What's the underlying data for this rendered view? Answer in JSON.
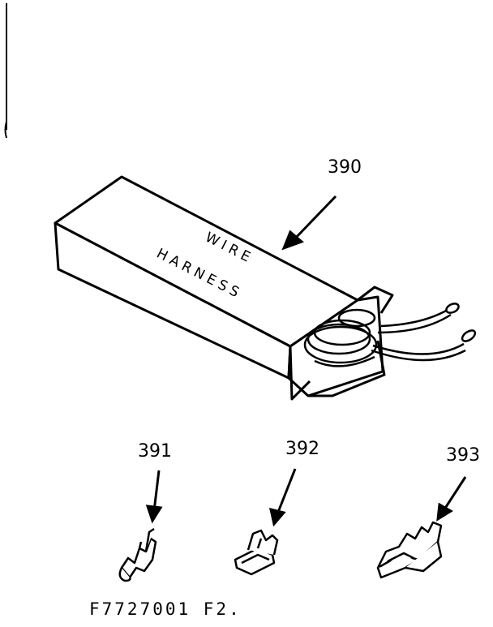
{
  "diagram": {
    "box_text_line1": "WIRE",
    "box_text_line2": "HARNESS",
    "callouts": {
      "harness": "390",
      "terminal_a": "391",
      "terminal_b": "392",
      "terminal_c": "393"
    },
    "figure_code": "F7727001 F2."
  }
}
